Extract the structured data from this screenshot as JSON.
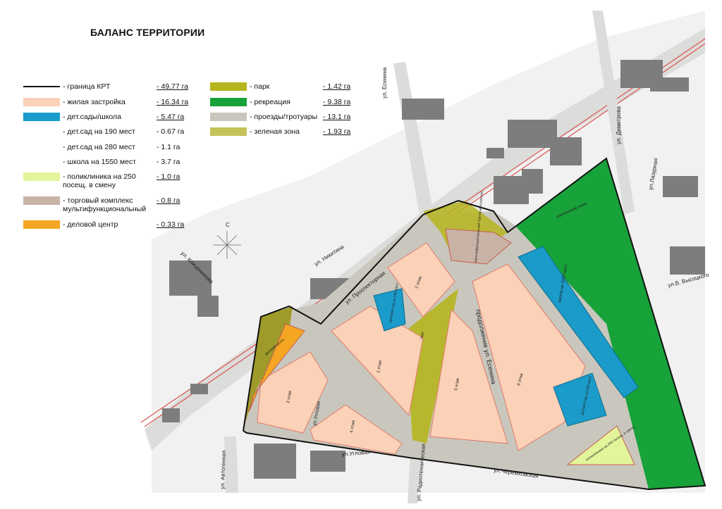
{
  "title": "БАЛАНС ТЕРРИТОРИИ",
  "legend_left": [
    {
      "label": "- граница КРТ",
      "value": "- 49.77 га",
      "color": "#111111",
      "swatch": "line"
    },
    {
      "label": "- жилая застройка",
      "value": "- 16.34 га",
      "color": "#fbd1b7",
      "swatch": "fill"
    },
    {
      "label": "- дет.сады/школа",
      "value": "- 5.47 га",
      "color": "#1a9bc9",
      "swatch": "fill"
    },
    {
      "label": "- дет.сад на 190 мест",
      "value": "- 0.67 га",
      "color": "",
      "swatch": "none"
    },
    {
      "label": "- дет.сад на 280 мест",
      "value": "- 1.1 га",
      "color": "",
      "swatch": "none"
    },
    {
      "label": "- школа на 1550 мест",
      "value": "- 3.7 га",
      "color": "",
      "swatch": "none"
    },
    {
      "label": "- поликлиника на 250 посещ. в смену",
      "value": "- 1.0 га",
      "color": "#e3f59a",
      "swatch": "fill"
    },
    {
      "label": "- торговый комплекс мультифункциональный",
      "value": "- 0.8 га",
      "color": "#c9b3a6",
      "swatch": "fill"
    },
    {
      "label": "- деловой центр",
      "value": "- 0.33 га",
      "color": "#f5a623",
      "swatch": "fill"
    }
  ],
  "legend_right": [
    {
      "label": "- парк",
      "value": "- 1.42 га",
      "color": "#b5b51e",
      "swatch": "fill"
    },
    {
      "label": "- рекреация",
      "value": "- 9.38 га",
      "color": "#17a23a",
      "swatch": "fill"
    },
    {
      "label": "- проезды/тротуары",
      "value": "- 13.1 га",
      "color": "#c9c7bd",
      "swatch": "fill"
    },
    {
      "label": "- зеленая зона",
      "value": "- 1.93 га",
      "color": "#c3c359",
      "swatch": "fill"
    }
  ],
  "compass_label": "С",
  "streets": {
    "esenina": "ул. Есенина",
    "dimitrova": "ул. Димитрова",
    "lazurnaya": "ул.Лазурная",
    "vysotskogo": "ул.В. Высоцкого",
    "nikitina": "ул. Никитина",
    "kozhurnikova": "ул. Кожурникова",
    "prospekt_esenina": "продолжение ул. Есенина",
    "prospektornaya": "ул. Проспекторная",
    "uglovaya": "ул.Угловая",
    "uglovaya_v": "ул.Угловая",
    "radiotekhnicheskaya": "ул. Радиотехническая",
    "cheremkhovskaya": "ул.Черемховская",
    "avtogennaya": "ул. Автогенная",
    "ozelenenie": "озеленение зона"
  },
  "blocks": {
    "floors_2": "2 этаж",
    "floors_1": "1 этаж",
    "floors_5": "5 этаж",
    "floors_6": "6 этаж",
    "floors_3": "3 этаж",
    "floors_4": "4 этаж",
    "kinder_190": "детский сад на 190 мест",
    "school_1550": "школа на 1550 мест",
    "kinder_280": "детский сад на 280 мест",
    "clinic": "поликлиника на 250 посещ. в смену",
    "trade": "мультифункциональный торговый комплекс",
    "business": "деловой центр",
    "park": "парк"
  }
}
